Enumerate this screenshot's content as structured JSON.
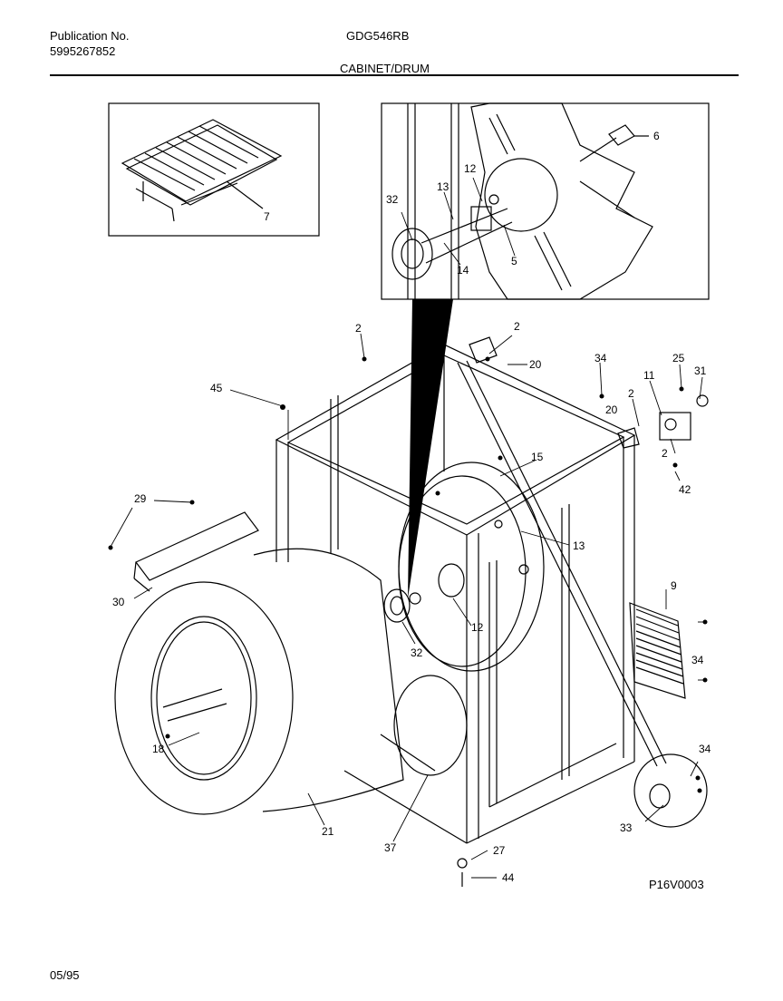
{
  "header": {
    "publication_label": "Publication No.",
    "publication_number": "5995267852",
    "model": "GDG546RB",
    "section": "CABINET/DRUM"
  },
  "footer": {
    "date": "05/95",
    "drawing_id": "P16V0003"
  },
  "callouts": {
    "c6": "6",
    "c12a": "12",
    "c13a": "13",
    "c32a": "32",
    "c14": "14",
    "c5": "5",
    "c7": "7",
    "c2a": "2",
    "c2b": "2",
    "c20a": "20",
    "c34a": "34",
    "c25": "25",
    "c31": "31",
    "c11": "11",
    "c2c": "2",
    "c20b": "20",
    "c2d": "2",
    "c45": "45",
    "c15": "15",
    "c42": "42",
    "c29": "29",
    "c13b": "13",
    "c30": "30",
    "c9": "9",
    "c12b": "12",
    "c32b": "32",
    "c34b": "34",
    "c18": "18",
    "c34c": "34",
    "c21": "21",
    "c37": "37",
    "c33": "33",
    "c27": "27",
    "c44": "44"
  }
}
